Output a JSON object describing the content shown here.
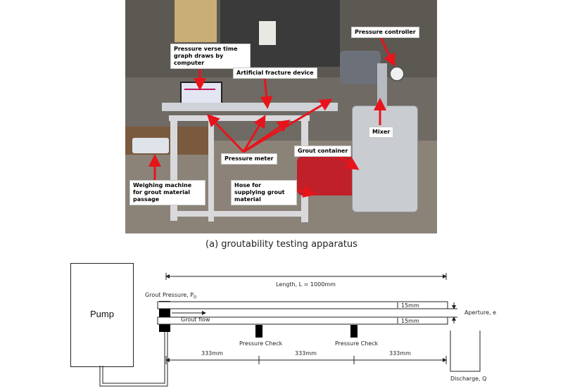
{
  "photo": {
    "callouts": {
      "graph": "Pressure verse time graph draws by computer",
      "device": "Artificial fracture device",
      "controller": "Pressure controller",
      "mixer": "Mixer",
      "meter": "Pressure meter",
      "container": "Grout container",
      "hose": "Hose for supplying grout material",
      "weigh": "Weighing machine for grout material passage"
    },
    "colors": {
      "arrow": "#e8141b",
      "steel": "#c9ccd0",
      "frame": "#d9d9dc"
    }
  },
  "caption": "(a) groutability testing apparatus",
  "schematic": {
    "pump": "Pump",
    "length": "Length, L = 1000mm",
    "grout_pressure": "Grout Pressure, P",
    "grout_pressure_sub": "0",
    "grout_flow": "Grout flow",
    "gap_top": "15mm",
    "gap_bottom": "15mm",
    "aperture": "Aperture, e",
    "check_1": "Pressure Check",
    "check_2": "Pressure Check",
    "seg_1": "333mm",
    "seg_2": "333mm",
    "seg_3": "333mm",
    "discharge": "Discharge, Q"
  }
}
